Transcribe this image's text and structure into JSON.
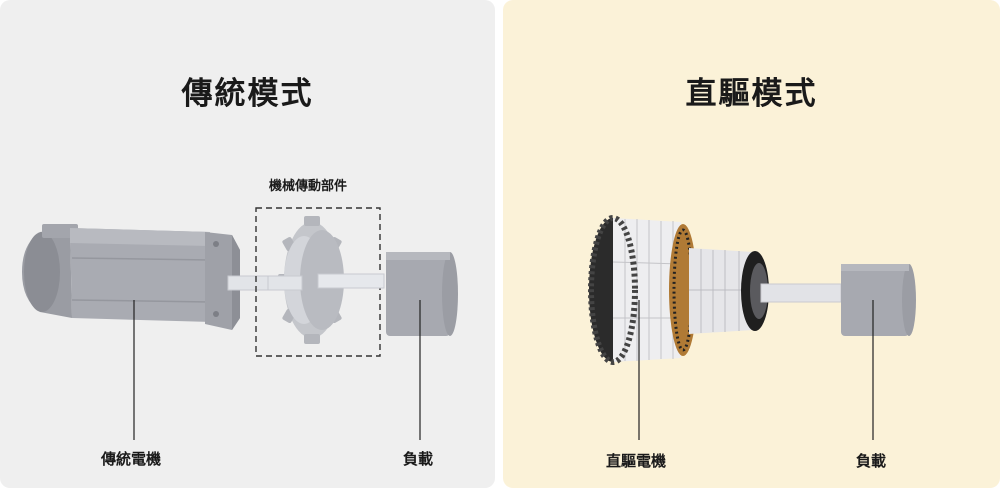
{
  "left_panel": {
    "title": "傳統模式",
    "transmission_label": "機械傳動部件",
    "motor_label": "傳統電機",
    "load_label": "負載",
    "background": "#efefef"
  },
  "right_panel": {
    "title": "直驅模式",
    "motor_label": "直驅電機",
    "load_label": "負載",
    "background": "#fbf2d8"
  }
}
